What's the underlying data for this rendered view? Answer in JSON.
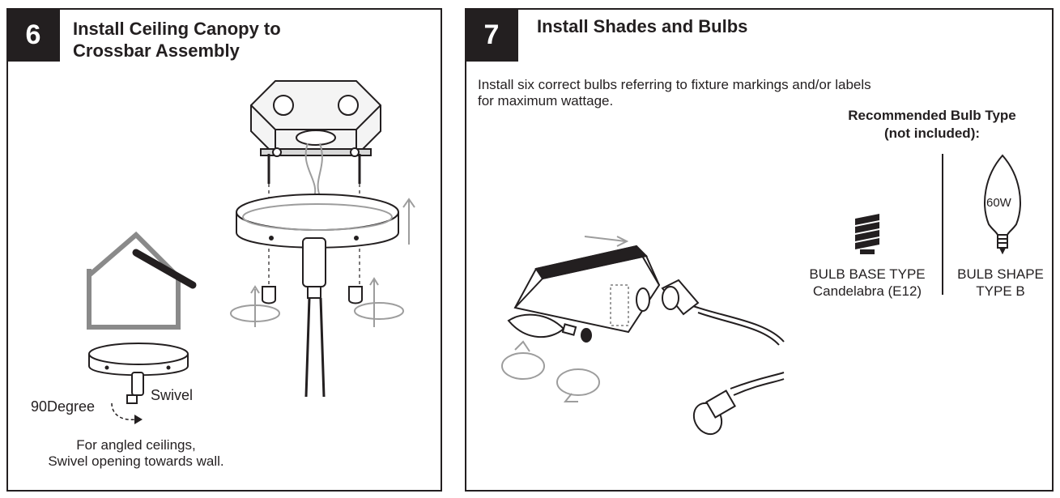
{
  "step6": {
    "number": "6",
    "title_line1": "Install Ceiling Canopy to",
    "title_line2": "Crossbar Assembly",
    "label_swivel": "Swivel",
    "label_angle": "90Degree",
    "note_line1": "For angled ceilings,",
    "note_line2": "Swivel opening towards wall."
  },
  "step7": {
    "number": "7",
    "title": "Install Shades and Bulbs",
    "instruction_line1": "Install six correct bulbs referring to fixture markings and/or labels",
    "instruction_line2": "for maximum wattage.",
    "recommended_line1": "Recommended Bulb Type",
    "recommended_line2": "(not included):",
    "wattage": "60W",
    "base_label_line1": "BULB BASE TYPE",
    "base_label_line2": "Candelabra (E12)",
    "shape_label_line1": "BULB SHAPE",
    "shape_label_line2": "TYPE B"
  },
  "colors": {
    "ink": "#231f20",
    "arrow_gray": "#9d9d9d",
    "house_gray": "#8a8a8a",
    "background": "#ffffff"
  }
}
